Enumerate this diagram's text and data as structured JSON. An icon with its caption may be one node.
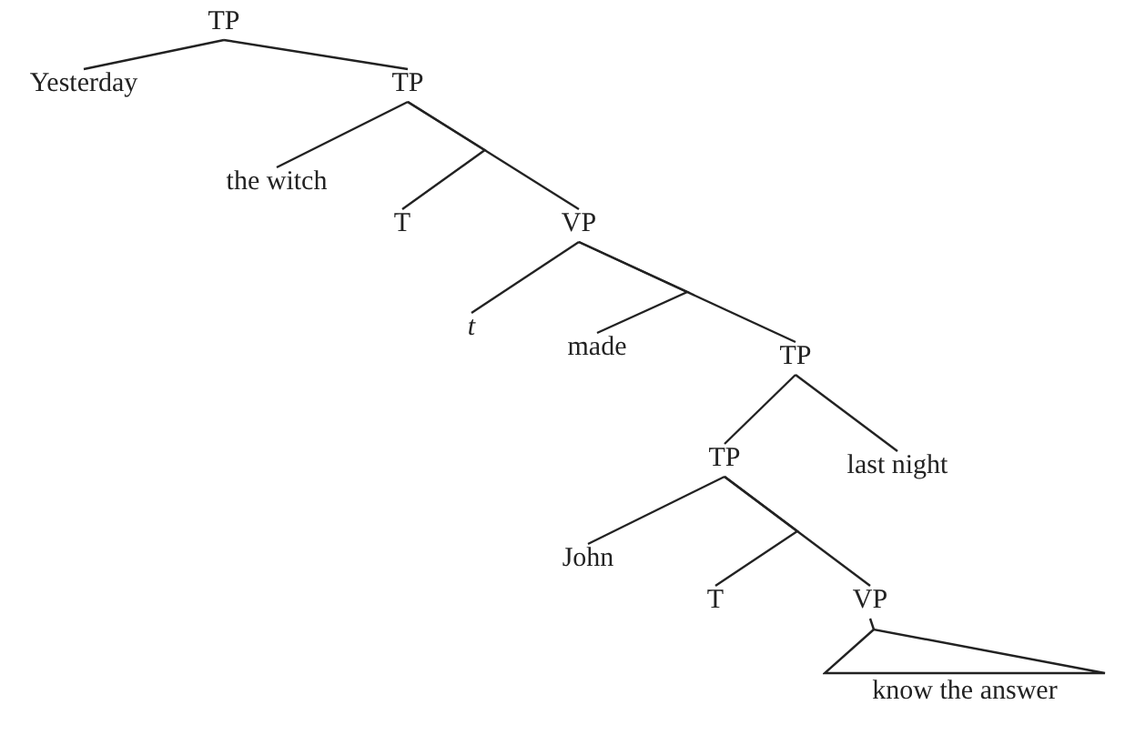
{
  "diagram": {
    "nodes": [
      {
        "text": [
          "TP"
        ]
      },
      {
        "text": [
          "Yesterday"
        ]
      },
      {
        "text": [
          "TP"
        ]
      },
      {
        "text": [
          "the witch"
        ]
      },
      {
        "text": [
          "T"
        ]
      },
      {
        "text": [
          "VP"
        ]
      },
      {
        "text": [
          "*t*"
        ]
      },
      {
        "text": [
          "made"
        ]
      },
      {
        "text": [
          "TP"
        ]
      },
      {
        "text": [
          "TP"
        ]
      },
      {
        "text": [
          "last night"
        ]
      },
      {
        "text": [
          "John"
        ]
      },
      {
        "text": [
          "T"
        ]
      },
      {
        "text": [
          "VP"
        ]
      },
      {
        "text": [
          "know the answer"
        ]
      }
    ],
    "edges": [
      {
        "from": 0,
        "to": 1,
        "arrow": "none"
      },
      {
        "from": 0,
        "to": 2,
        "arrow": "none"
      },
      {
        "from": 2,
        "to": 3,
        "arrow": "none"
      },
      {
        "from": 2,
        "to": 5,
        "arrow": "none"
      },
      {
        "from": 2,
        "to": 4,
        "arrow": "none"
      },
      {
        "from": 5,
        "to": 6,
        "arrow": "none"
      },
      {
        "from": 5,
        "to": 8,
        "arrow": "none"
      },
      {
        "from": 5,
        "to": 7,
        "arrow": "none"
      },
      {
        "from": 8,
        "to": 9,
        "arrow": "none"
      },
      {
        "from": 8,
        "to": 10,
        "arrow": "none"
      },
      {
        "from": 9,
        "to": 11,
        "arrow": "none"
      },
      {
        "from": 9,
        "to": 13,
        "arrow": "none"
      },
      {
        "from": 9,
        "to": 12,
        "arrow": "none"
      },
      {
        "from": 13,
        "to": 14,
        "arrow": "none"
      }
    ]
  }
}
